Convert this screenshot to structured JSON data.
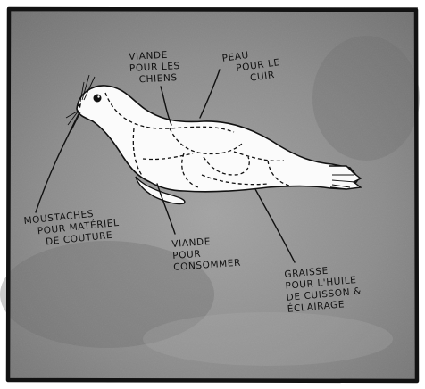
{
  "labels": {
    "dog_meat": [
      "VIANDE",
      "POUR LES",
      "CHIENS"
    ],
    "skin": [
      "PEAU",
      "POUR LE",
      "CUIR"
    ],
    "whiskers": [
      "MOUSTACHES",
      "POUR MATÉRIEL",
      "DE COUTURE"
    ],
    "meat": [
      "VIANDE",
      "POUR",
      "CONSOMMER"
    ],
    "fat": [
      "GRAISSE",
      "POUR L'HUILE",
      "DE CUISSON &",
      "ÉCLAIRAGE"
    ]
  },
  "colors": {
    "frame": "#121212",
    "background_mid": "#8a8a8a",
    "seal_fill": "#fbfbfb",
    "ink": "#111111"
  }
}
